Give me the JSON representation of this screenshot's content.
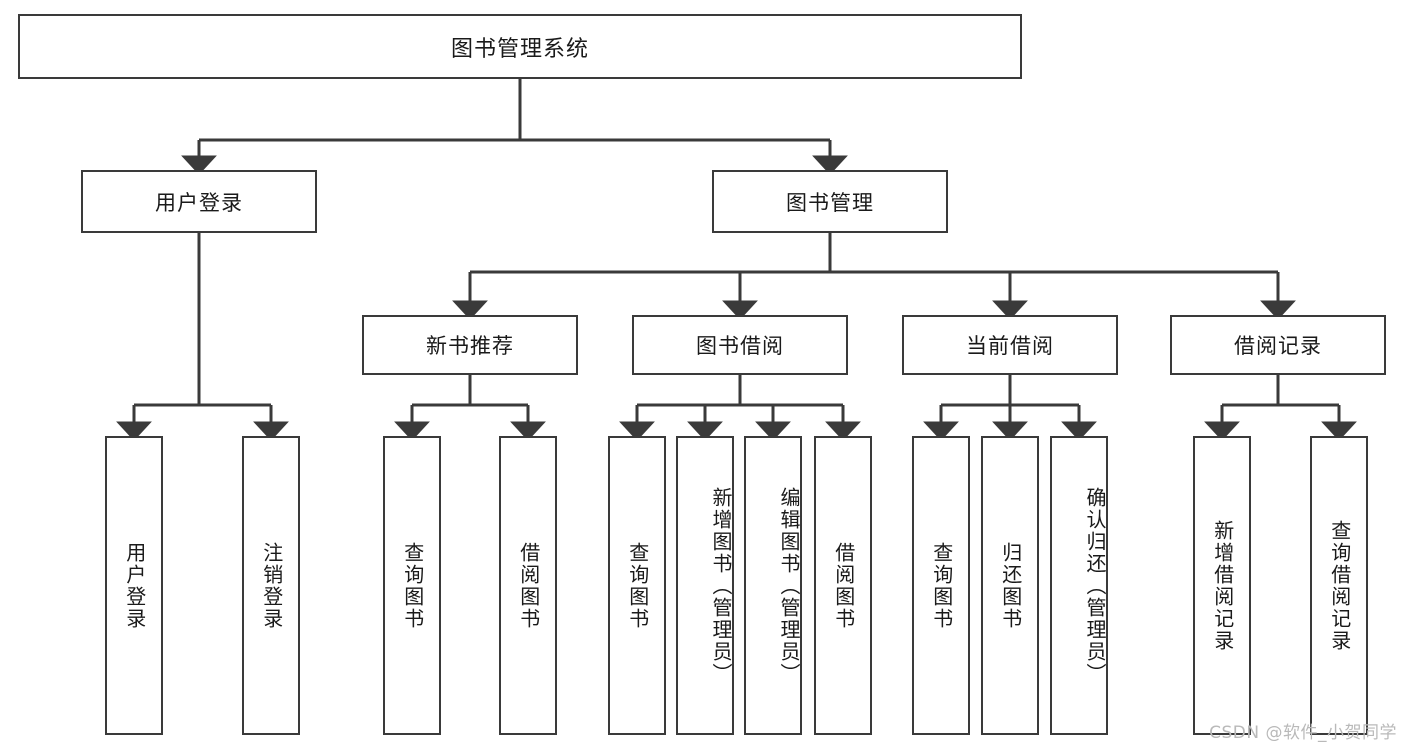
{
  "diagram": {
    "title": "图书管理系统",
    "type": "tree",
    "nodes": {
      "root": {
        "label": "图书管理系统"
      },
      "level2": [
        {
          "id": "user-login",
          "label": "用户登录"
        },
        {
          "id": "book-manage",
          "label": "图书管理"
        }
      ],
      "level3": [
        {
          "id": "new-book-recommend",
          "label": "新书推荐"
        },
        {
          "id": "book-borrow",
          "label": "图书借阅"
        },
        {
          "id": "current-borrow",
          "label": "当前借阅"
        },
        {
          "id": "borrow-record",
          "label": "借阅记录"
        }
      ],
      "leaves": {
        "user_login": [
          {
            "id": "leaf-user-login",
            "label": "用户登录"
          },
          {
            "id": "leaf-logout-login",
            "label": "注销登录"
          }
        ],
        "new_book_recommend": [
          {
            "id": "leaf-query-book-1",
            "label": "查询图书"
          },
          {
            "id": "leaf-borrow-book-1",
            "label": "借阅图书"
          }
        ],
        "book_borrow": [
          {
            "id": "leaf-query-book-2",
            "label": "查询图书"
          },
          {
            "id": "leaf-add-book",
            "label": "新增图书（管理员）"
          },
          {
            "id": "leaf-edit-book",
            "label": "编辑图书（管理员）"
          },
          {
            "id": "leaf-borrow-book-2",
            "label": "借阅图书"
          }
        ],
        "current_borrow": [
          {
            "id": "leaf-query-book-3",
            "label": "查询图书"
          },
          {
            "id": "leaf-return-book",
            "label": "归还图书"
          },
          {
            "id": "leaf-confirm-return",
            "label": "确认归还（管理员）"
          }
        ],
        "borrow_record": [
          {
            "id": "leaf-add-record",
            "label": "新增借阅记录"
          },
          {
            "id": "leaf-query-record",
            "label": "查询借阅记录"
          }
        ]
      }
    },
    "colors": {
      "stroke": "#3a3a3a",
      "fill": "#ffffff",
      "text": "#1a1a1a",
      "watermark": "#b9b9b9"
    }
  },
  "watermark": {
    "text": "CSDN @软件_小贺同学"
  }
}
